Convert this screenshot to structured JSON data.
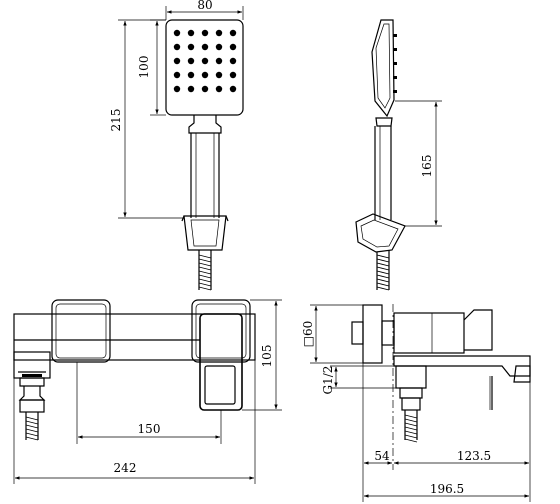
{
  "dimensions": {
    "head_width": "80",
    "head_height": "100",
    "handset_length": "215",
    "side_handle_length": "165",
    "mixer_depth": "105",
    "outlet_spacing": "150",
    "mixer_total_width": "242",
    "escutcheon_size": "□60",
    "inlet_thread": "G1/2",
    "inlet_to_axis": "54",
    "axis_to_spout": "123.5",
    "side_total_depth": "196.5"
  },
  "head_nozzle_grid": {
    "rows": 5,
    "cols": 5
  }
}
